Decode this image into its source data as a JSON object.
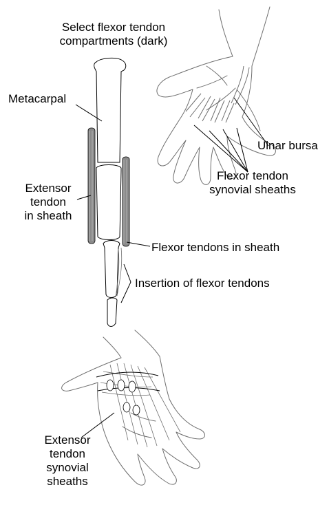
{
  "labels": {
    "select_compartments": {
      "line1": "Select flexor tendon",
      "line2": "compartments (dark)"
    },
    "metacarpal": "Metacarpal",
    "ulnar_bursa": "Ulnar bursa",
    "flexor_synovial_sheaths": {
      "line1": "Flexor tendon",
      "line2": "synovial sheaths"
    },
    "extensor_tendon_in_sheath": {
      "line1": "Extensor",
      "line2": "tendon",
      "line3": "in sheath"
    },
    "flexor_tendons_in_sheath": "Flexor tendons in sheath",
    "insertion_flexor_tendons": "Insertion of flexor tendons",
    "extensor_synovial_sheaths": {
      "line1": "Extensor",
      "line2": "tendon",
      "line3": "synovial",
      "line4": "sheaths"
    }
  },
  "colors": {
    "ink": "#000000",
    "sheath_dark": "#8a8a8a",
    "bone_fill": "#ffffff",
    "line_light": "#6e6e6e"
  }
}
